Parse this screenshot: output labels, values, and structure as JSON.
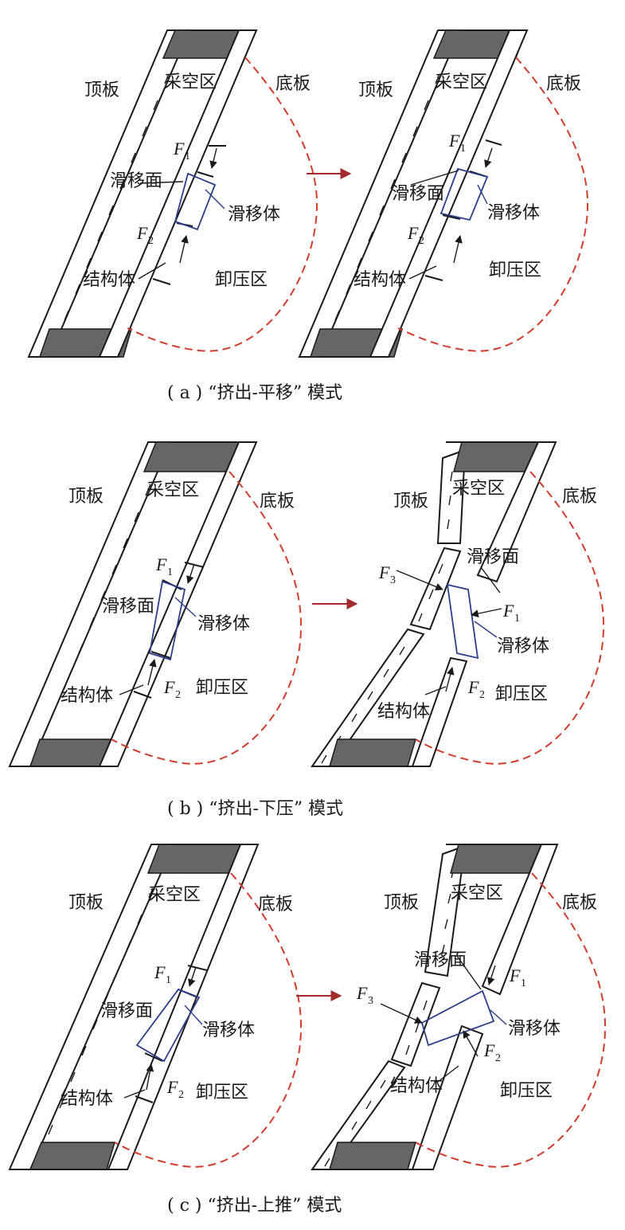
{
  "labels": {
    "roof": "顶板",
    "goaf": "采空区",
    "floor": "底板",
    "slip_surface": "滑移面",
    "slip_body": "滑移体",
    "structure_body": "结构体",
    "relief_zone": "卸压区",
    "force_symbol": "F",
    "f1_sub": "1",
    "f2_sub": "2",
    "f3_sub": "3"
  },
  "captions": {
    "a": "( a ) “挤出-平移” 模式",
    "b": "( b ) “挤出-下压” 模式",
    "c": "( c ) “挤出-上推” 模式"
  },
  "colors": {
    "goaf_fill": "#666666",
    "slip_body_outline": "#2a3f8c",
    "relief_zone_boundary": "#d23c2c",
    "transition_arrow": "#a52a2a"
  }
}
